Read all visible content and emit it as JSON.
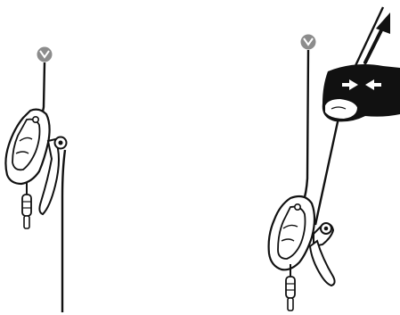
{
  "figure": {
    "left_panel": {
      "items": [
        "anchor-icon",
        "rope",
        "descender-device",
        "handle",
        "carabiner"
      ]
    },
    "right_panel": {
      "items": [
        "anchor-icon",
        "rope",
        "descender-device",
        "handle-pulled-open",
        "carabiner",
        "gloved-hand-icon",
        "pull-direction-arrow"
      ],
      "hand_symbol": "squeeze-arrows-icon"
    },
    "colors": {
      "line": "#111111",
      "device_fill": "#ffffff",
      "anchor_fill": "#8c8c8c",
      "glove_fill": "#111111",
      "symbol_color": "#ffffff"
    }
  }
}
